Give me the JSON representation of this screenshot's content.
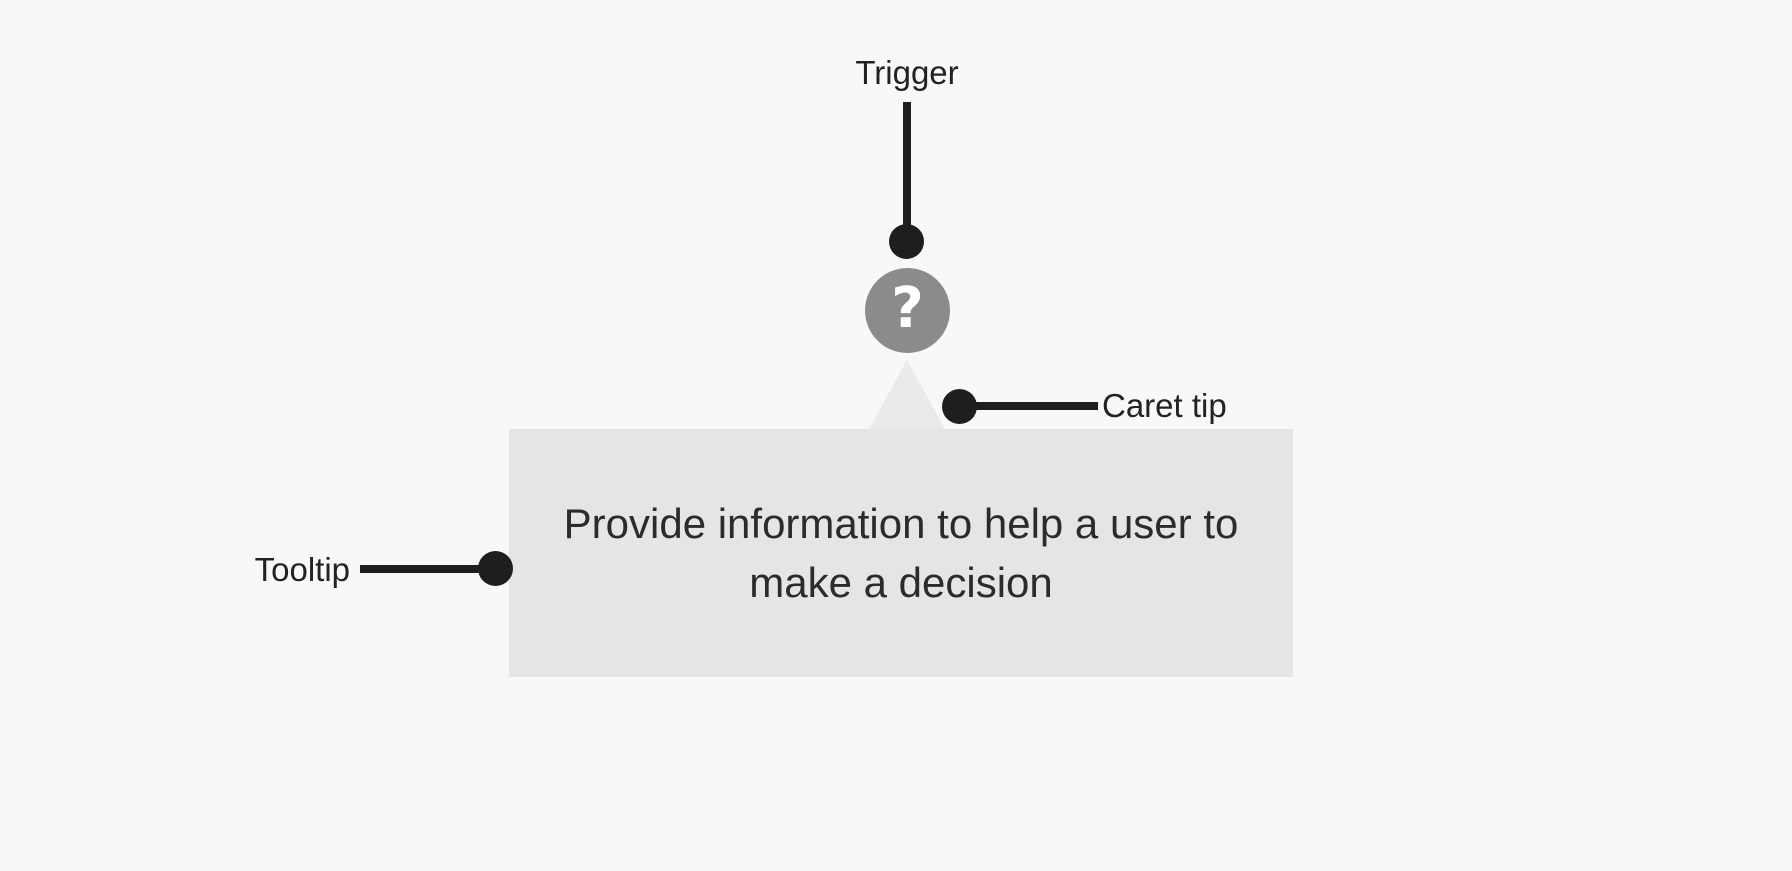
{
  "diagram": {
    "title_context": "Tooltip anatomy diagram",
    "background_color": "#f7f8fa",
    "connector_color": "#1e1e1e",
    "annotations": {
      "trigger_label": "Trigger",
      "caret_tip_label": "Caret tip",
      "tooltip_label": "Tooltip"
    },
    "trigger": {
      "icon_glyph": "?",
      "icon_name": "question-mark-icon",
      "icon_background_color": "#8b8b8b",
      "icon_glyph_color": "#ffffff"
    },
    "tooltip": {
      "lines": [
        "Provide information to help a user to",
        "make a decision"
      ],
      "background_color": "#e4e5e5",
      "caret_color": "#e9eaea",
      "text_color": "#2b2b2b"
    }
  }
}
